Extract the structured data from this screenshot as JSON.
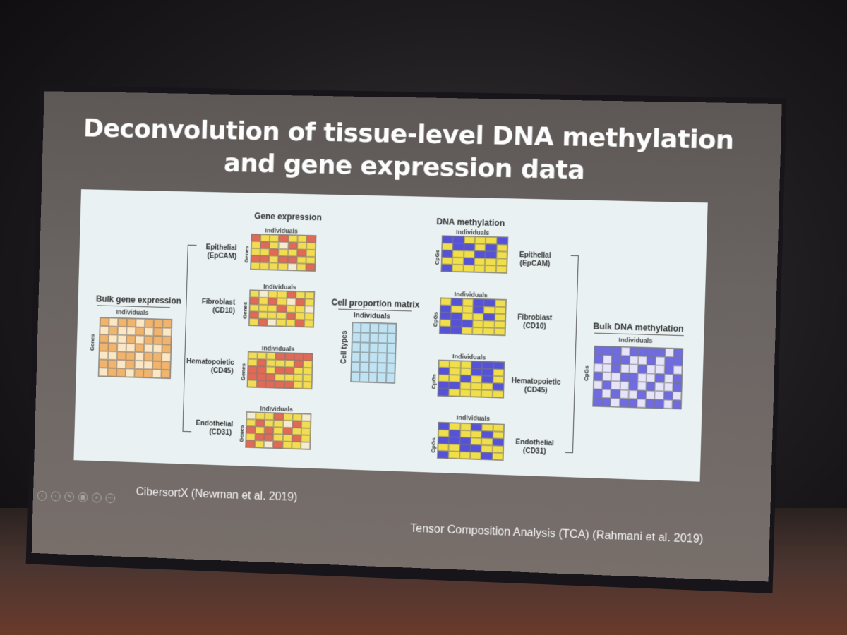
{
  "slide": {
    "title": "Deconvolution of tissue-level DNA methylation and gene expression data",
    "footer_left": "CibersortX (Newman et al. 2019)",
    "footer_right": "Tensor Composition Analysis (TCA) (Rahmani et al. 2019)"
  },
  "figure": {
    "bulk_gene": {
      "title": "Bulk gene expression",
      "col_label": "Individuals",
      "row_label": "Genes"
    },
    "gene_expression": {
      "title": "Gene expression",
      "col_label": "Individuals",
      "row_label": "Genes",
      "cell_types": [
        {
          "name": "Epithelial",
          "marker": "(EpCAM)"
        },
        {
          "name": "Fibroblast",
          "marker": "(CD10)"
        },
        {
          "name": "Hematopoietic",
          "marker": "(CD45)"
        },
        {
          "name": "Endothelial",
          "marker": "(CD31)"
        }
      ]
    },
    "cell_proportion": {
      "title": "Cell proportion matrix",
      "col_label": "Individuals",
      "row_label": "Cell types"
    },
    "dna_methylation": {
      "title": "DNA methylation",
      "col_label": "Individuals",
      "row_label": "CpGs",
      "cell_types": [
        {
          "name": "Epithelial",
          "marker": "(EpCAM)"
        },
        {
          "name": "Fibroblast",
          "marker": "(CD10)"
        },
        {
          "name": "Hematopoietic",
          "marker": "(CD45)"
        },
        {
          "name": "Endothelial",
          "marker": "(CD31)"
        }
      ]
    },
    "bulk_dna": {
      "title": "Bulk DNA methylation",
      "col_label": "Individuals",
      "row_label": "CpGs"
    }
  },
  "colors": {
    "expr_red": "#e06a55",
    "expr_yellow": "#f2dc52",
    "expr_cream": "#f5ecd0",
    "meth_blue": "#5551d8",
    "meth_yellow": "#f0de4a",
    "bulk_orange": "#f1b46d",
    "bulk_light": "#fbe7c4",
    "prop_cell": "#bfe3f2",
    "bulk_meth_dark": "#6f6be0",
    "bulk_meth_light": "#e6e4f8"
  }
}
